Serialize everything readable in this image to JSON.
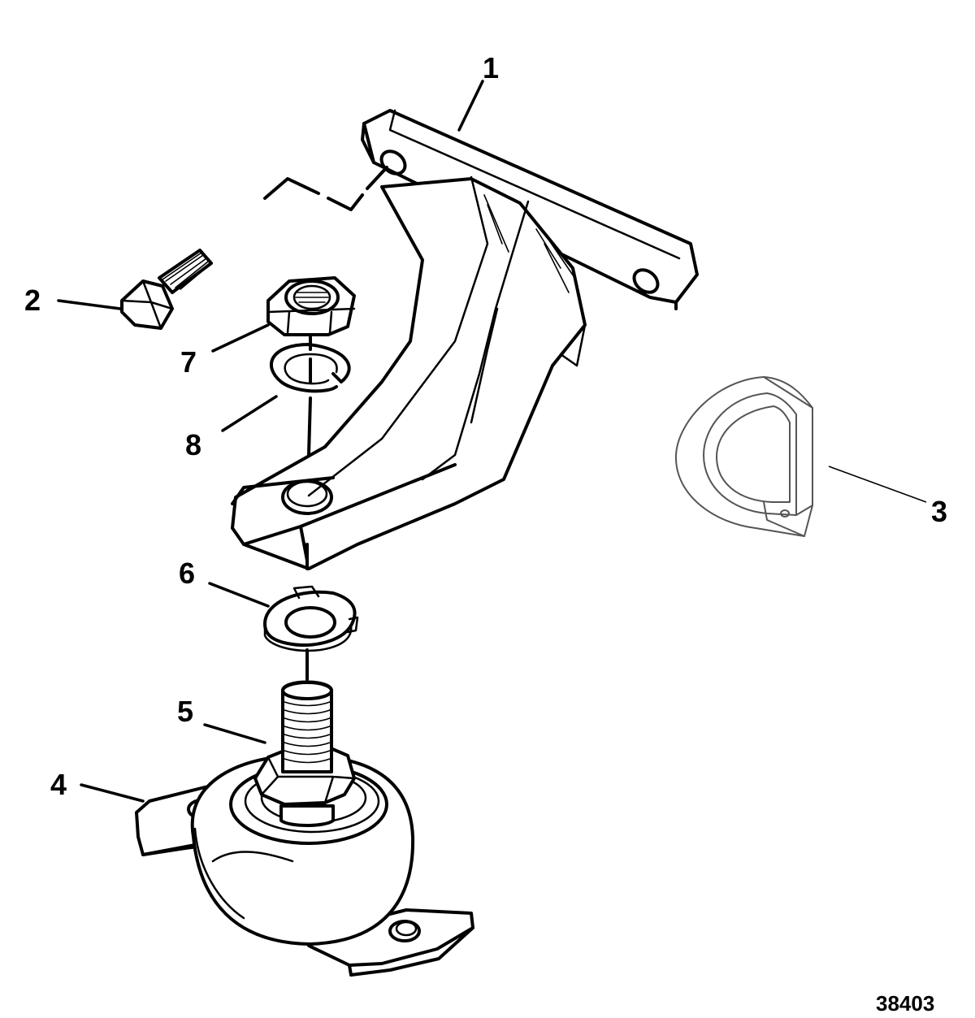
{
  "diagram": {
    "callouts": [
      {
        "id": "1",
        "label": "1"
      },
      {
        "id": "2",
        "label": "2"
      },
      {
        "id": "3",
        "label": "3"
      },
      {
        "id": "4",
        "label": "4"
      },
      {
        "id": "5",
        "label": "5"
      },
      {
        "id": "6",
        "label": "6"
      },
      {
        "id": "7",
        "label": "7"
      },
      {
        "id": "8",
        "label": "8"
      }
    ],
    "figure_number": "38403"
  }
}
